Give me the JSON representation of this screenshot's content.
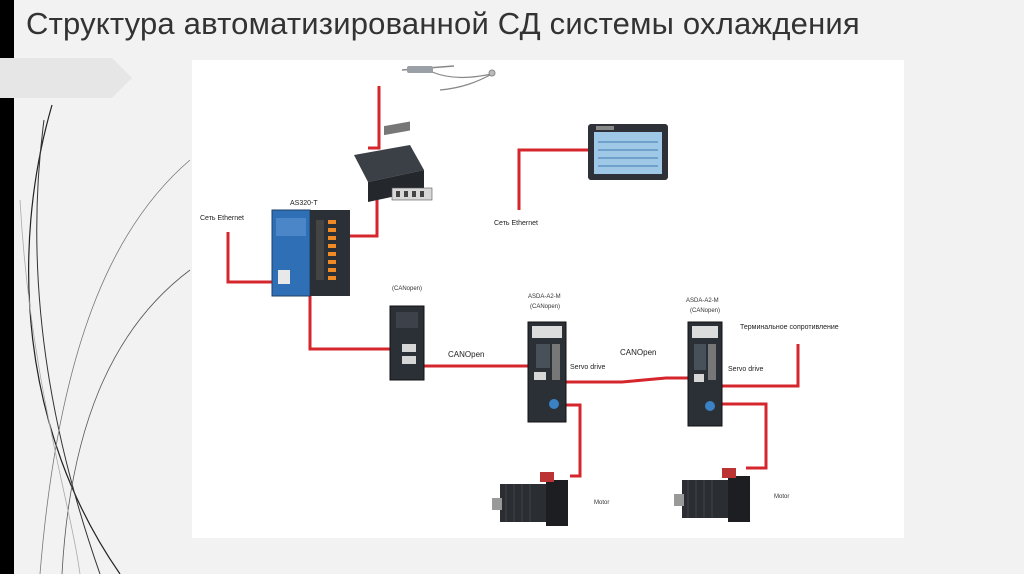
{
  "slide": {
    "title": "Структура автоматизированной СД системы охлаждения"
  },
  "diagram": {
    "labels": {
      "ethernet_left": "Сеть Ethernet",
      "ethernet_right": "Сеть Ethernet",
      "plc": "AS320-T",
      "canopen_module": "(CANopen)",
      "canopen_link_1": "CANOpen",
      "canopen_link_2": "CANOpen",
      "servo1_model": "ASDA-A2-M",
      "servo1_proto": "(CANopen)",
      "servo2_model": "ASDA-A2-M",
      "servo2_proto": "(CANopen)",
      "servo1_caption": "Servo drive",
      "servo2_caption": "Servo drive",
      "terminator": "Терминальное сопротивление",
      "motor1": "Motor",
      "motor2": "Motor"
    },
    "colors": {
      "wire": "#d6262d",
      "device_dark": "#2b2f36",
      "device_blue": "#2f6fb5"
    },
    "icons": [
      "temperature-sensor-icon",
      "io-module-icon",
      "plc-icon",
      "hmi-panel-icon",
      "canopen-module-icon",
      "servo-drive-icon",
      "servo-motor-icon"
    ]
  }
}
